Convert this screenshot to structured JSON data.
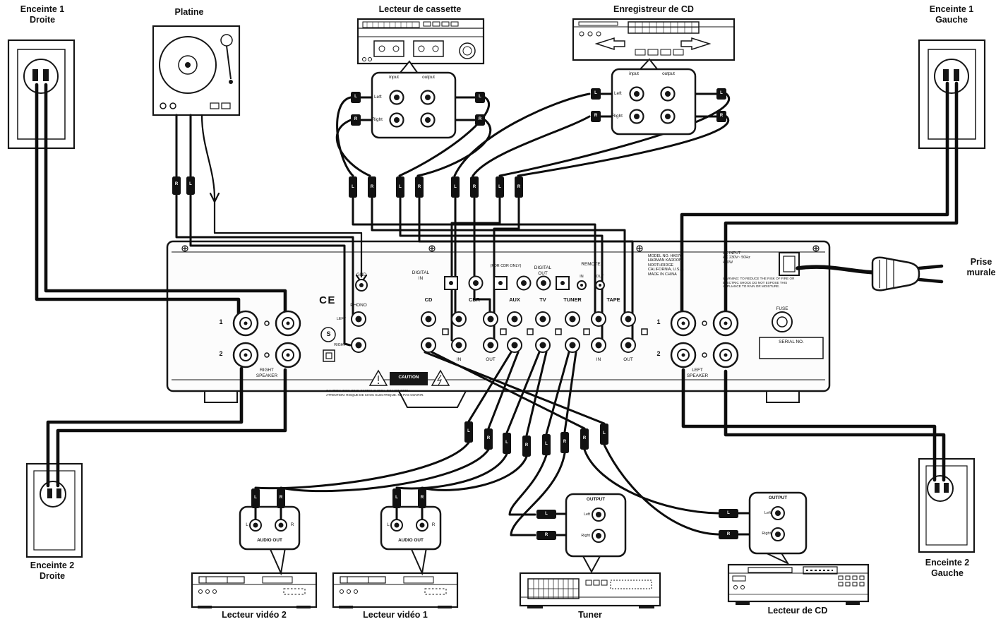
{
  "devices": {
    "speaker1_right": {
      "label": "Enceinte 1\nDroite"
    },
    "turntable": {
      "label": "Platine"
    },
    "cassette": {
      "label": "Lecteur de cassette"
    },
    "cd_recorder": {
      "label": "Enregistreur de CD"
    },
    "speaker1_left": {
      "label": "Enceinte 1\nGauche"
    },
    "wall_outlet": {
      "label": "Prise\nmurale"
    },
    "speaker2_right": {
      "label": "Enceinte 2\nDroite"
    },
    "speaker2_left": {
      "label": "Enceinte 2\nGauche"
    },
    "video2": {
      "label": "Lecteur vidéo 2"
    },
    "video1": {
      "label": "Lecteur vidéo 1"
    },
    "tuner": {
      "label": "Tuner"
    },
    "cd_player": {
      "label": "Lecteur de CD"
    }
  },
  "amplifier": {
    "gnd": "GND",
    "phono": "PHONO",
    "phono_left": "LEFT",
    "phono_right": "RIGHT",
    "digital_in": "DIGITAL\nIN",
    "digital_caption": "(FOR CDR ONLY)",
    "digital_out": "DIGITAL\nOUT",
    "remote": "REMOTE",
    "remote_in": "IN",
    "remote_out": "OUT",
    "inputs": [
      "CD",
      "CDR",
      "AUX",
      "TV",
      "TUNER",
      "TAPE"
    ],
    "in_label": "IN",
    "out_label": "OUT",
    "right_speaker": "RIGHT\nSPEAKER",
    "left_speaker": "LEFT\nSPEAKER",
    "terminal_1": "1",
    "terminal_2": "2",
    "fuse": "FUSE",
    "serial_no": "SERIAL NO.",
    "model_info": "MODEL NO. HK670\nHARMAN KARDON\nNORTHRIDGE\nCALIFORNIA, U.S.A.\nMADE IN CHINA",
    "ac_input": "AC INPUT\nAC 230V~ 50Hz\n470W",
    "warning": "WARNING: TO REDUCE THE RISK OF FIRE OR\nELECTRIC SHOCK DO NOT EXPOSE THIS\nAPPLIANCE TO RAIN OR MOISTURE.",
    "caution": "CAUTION",
    "caution_small": "CAUTION: RISK OF ELECTRIC SHOCK. DO NOT OPEN.\nATTENTION: RISQUE DE CHOC ELECTRIQUE. NE PAS OUVRIR.",
    "ce_mark": "CE",
    "s_mark": "S"
  },
  "callouts": {
    "patch": {
      "input": "input",
      "output": "output",
      "left": "Left",
      "right": "Right"
    },
    "audio_out": {
      "title": "AUDIO OUT",
      "l": "L",
      "r": "R"
    },
    "output": {
      "title": "OUTPUT",
      "left": "Left",
      "right": "Right"
    }
  },
  "plug": {
    "l": "L",
    "r": "R"
  }
}
